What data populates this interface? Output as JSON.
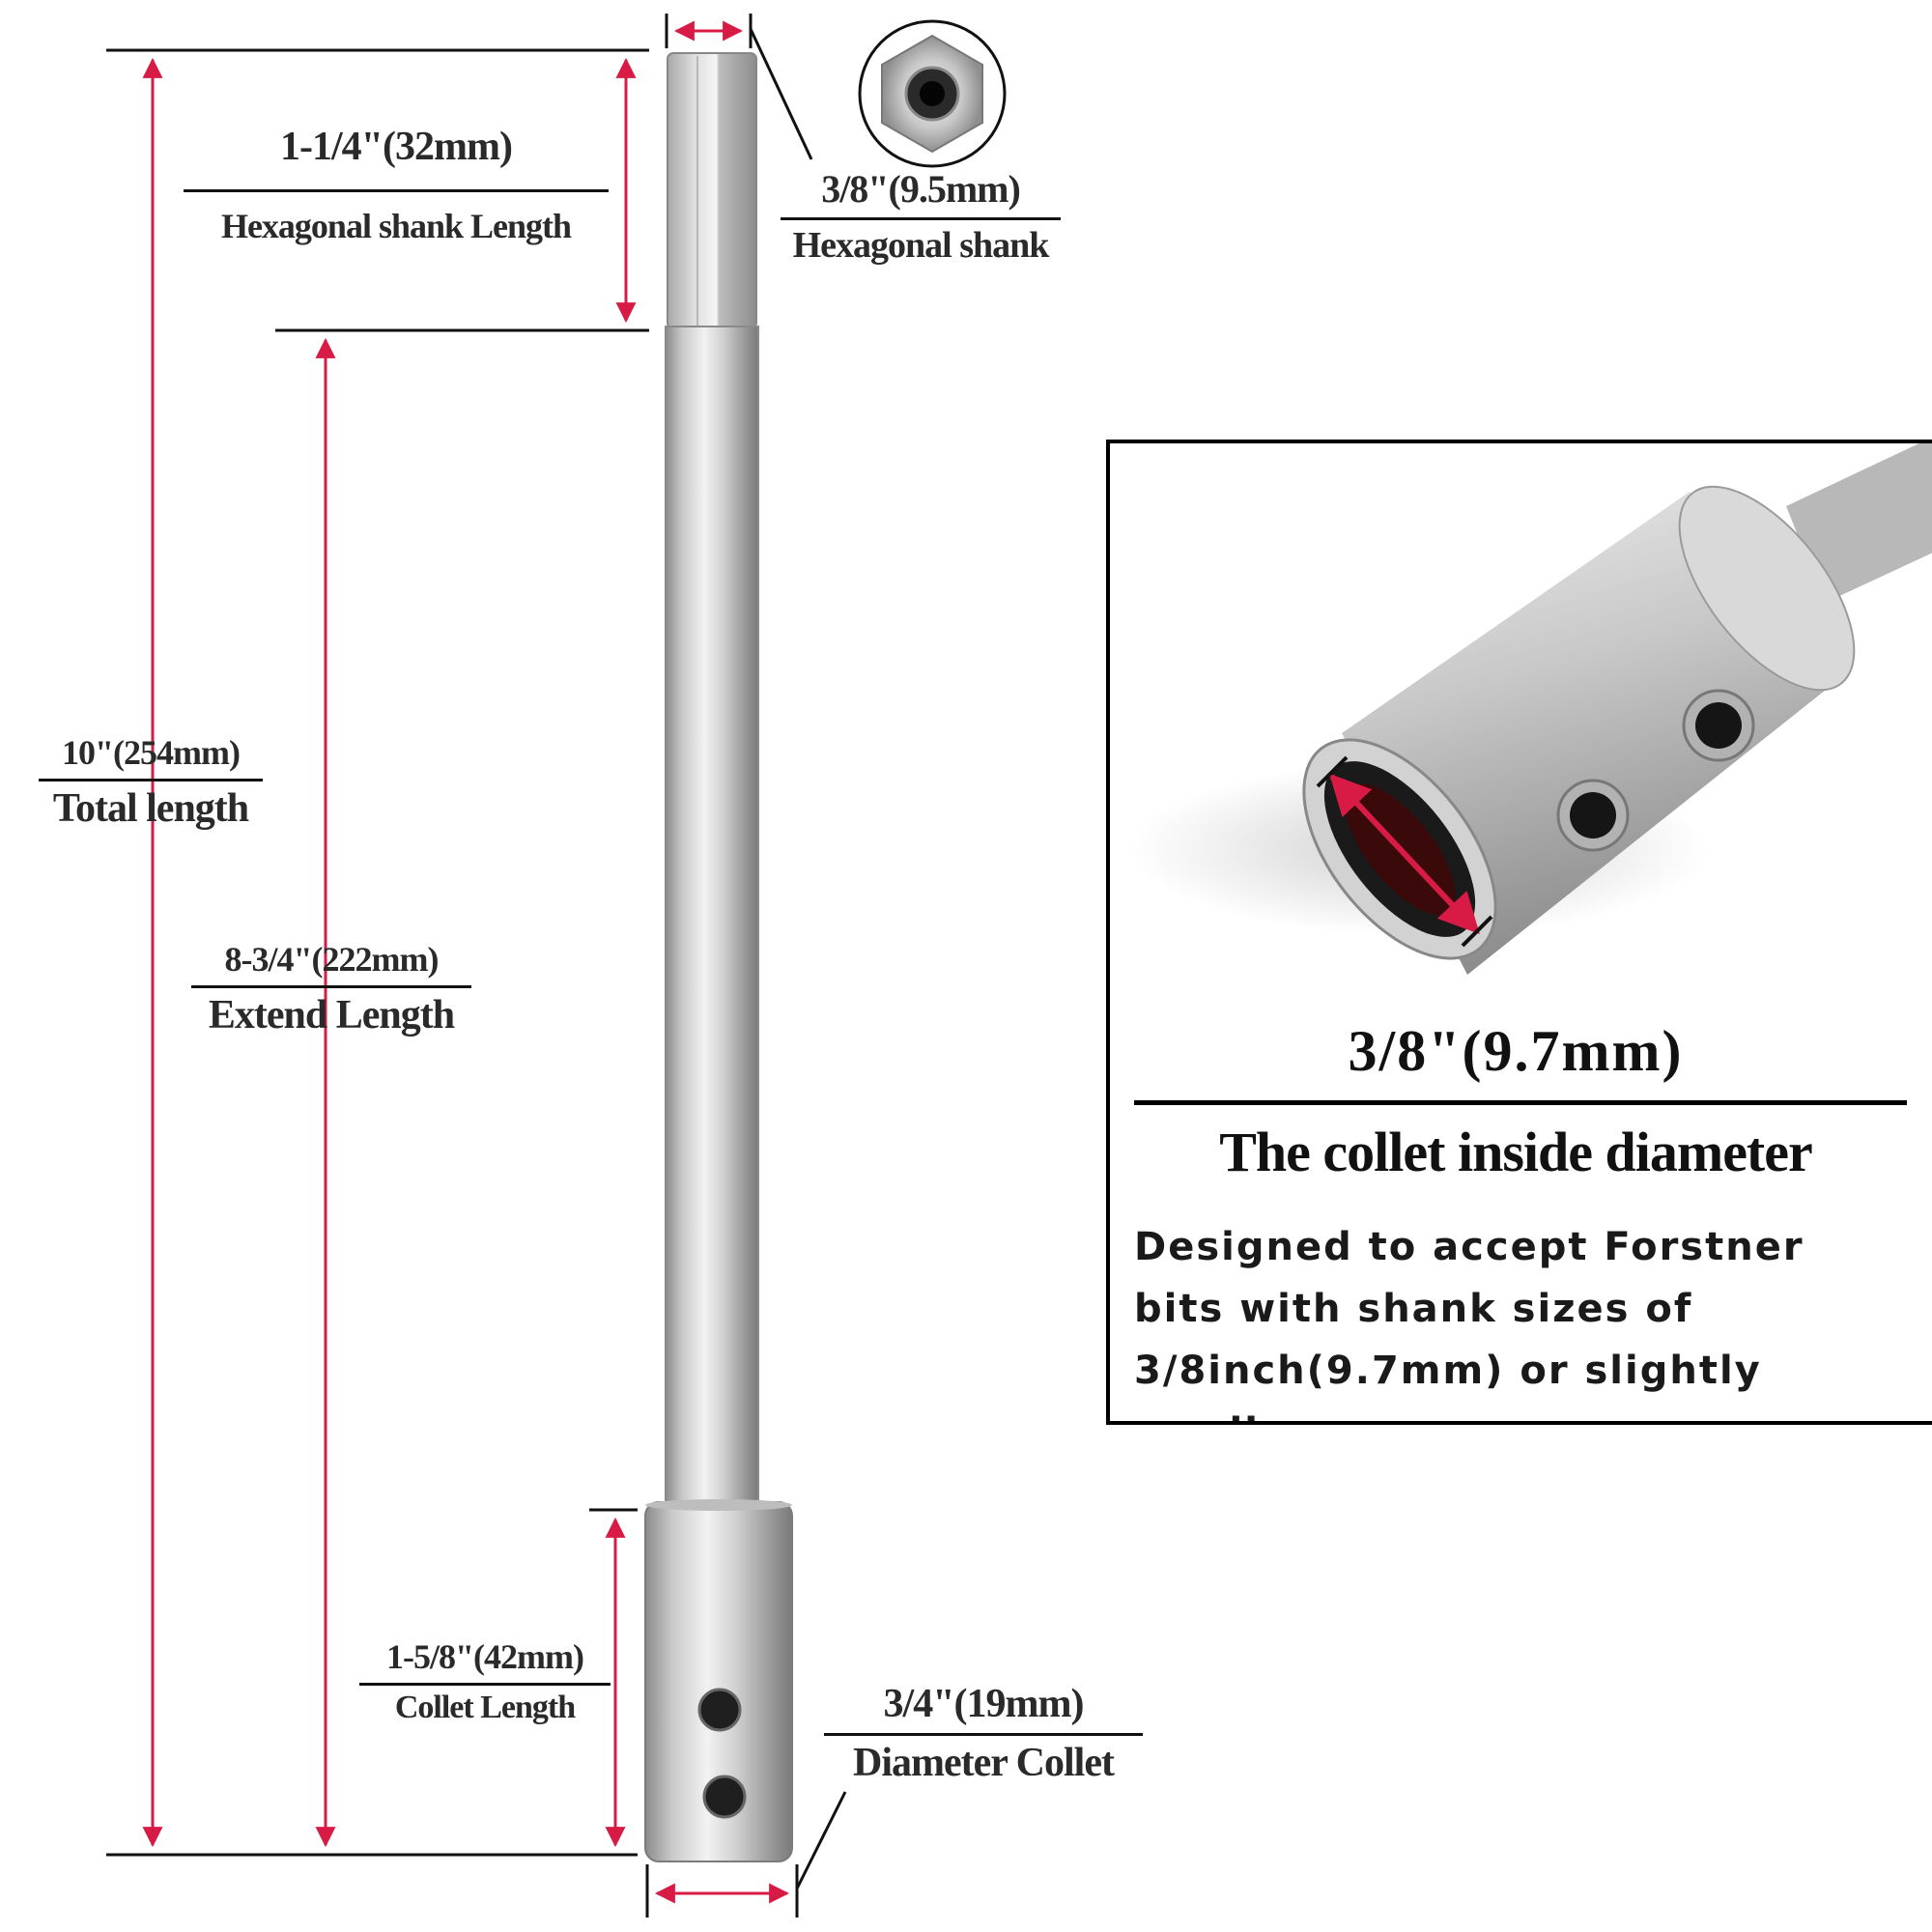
{
  "colors": {
    "dimension_arrow": "#d81b45",
    "steel_light": "#e9e9e9",
    "steel_dark": "#7f7f7f",
    "line": "#111111"
  },
  "hex_shank_length": {
    "value": "1-1/4\"(32mm)",
    "label": "Hexagonal shank Length"
  },
  "hex_shank": {
    "value": "3/8\"(9.5mm)",
    "label": "Hexagonal shank"
  },
  "total_length": {
    "value": "10\"(254mm)",
    "label": "Total length"
  },
  "extend_length": {
    "value": "8-3/4\"(222mm)",
    "label": "Extend Length"
  },
  "collet_length": {
    "value": "1-5/8\"(42mm)",
    "label": "Collet Length"
  },
  "collet_diameter": {
    "value": "3/4\"(19mm)",
    "label": "Diameter Collet"
  },
  "inset": {
    "value": "3/8\"(9.7mm)",
    "title": "The collet inside diameter",
    "description": "Designed to accept Forstner bits with shank sizes of 3/8inch(9.7mm) or slightly smaller."
  }
}
